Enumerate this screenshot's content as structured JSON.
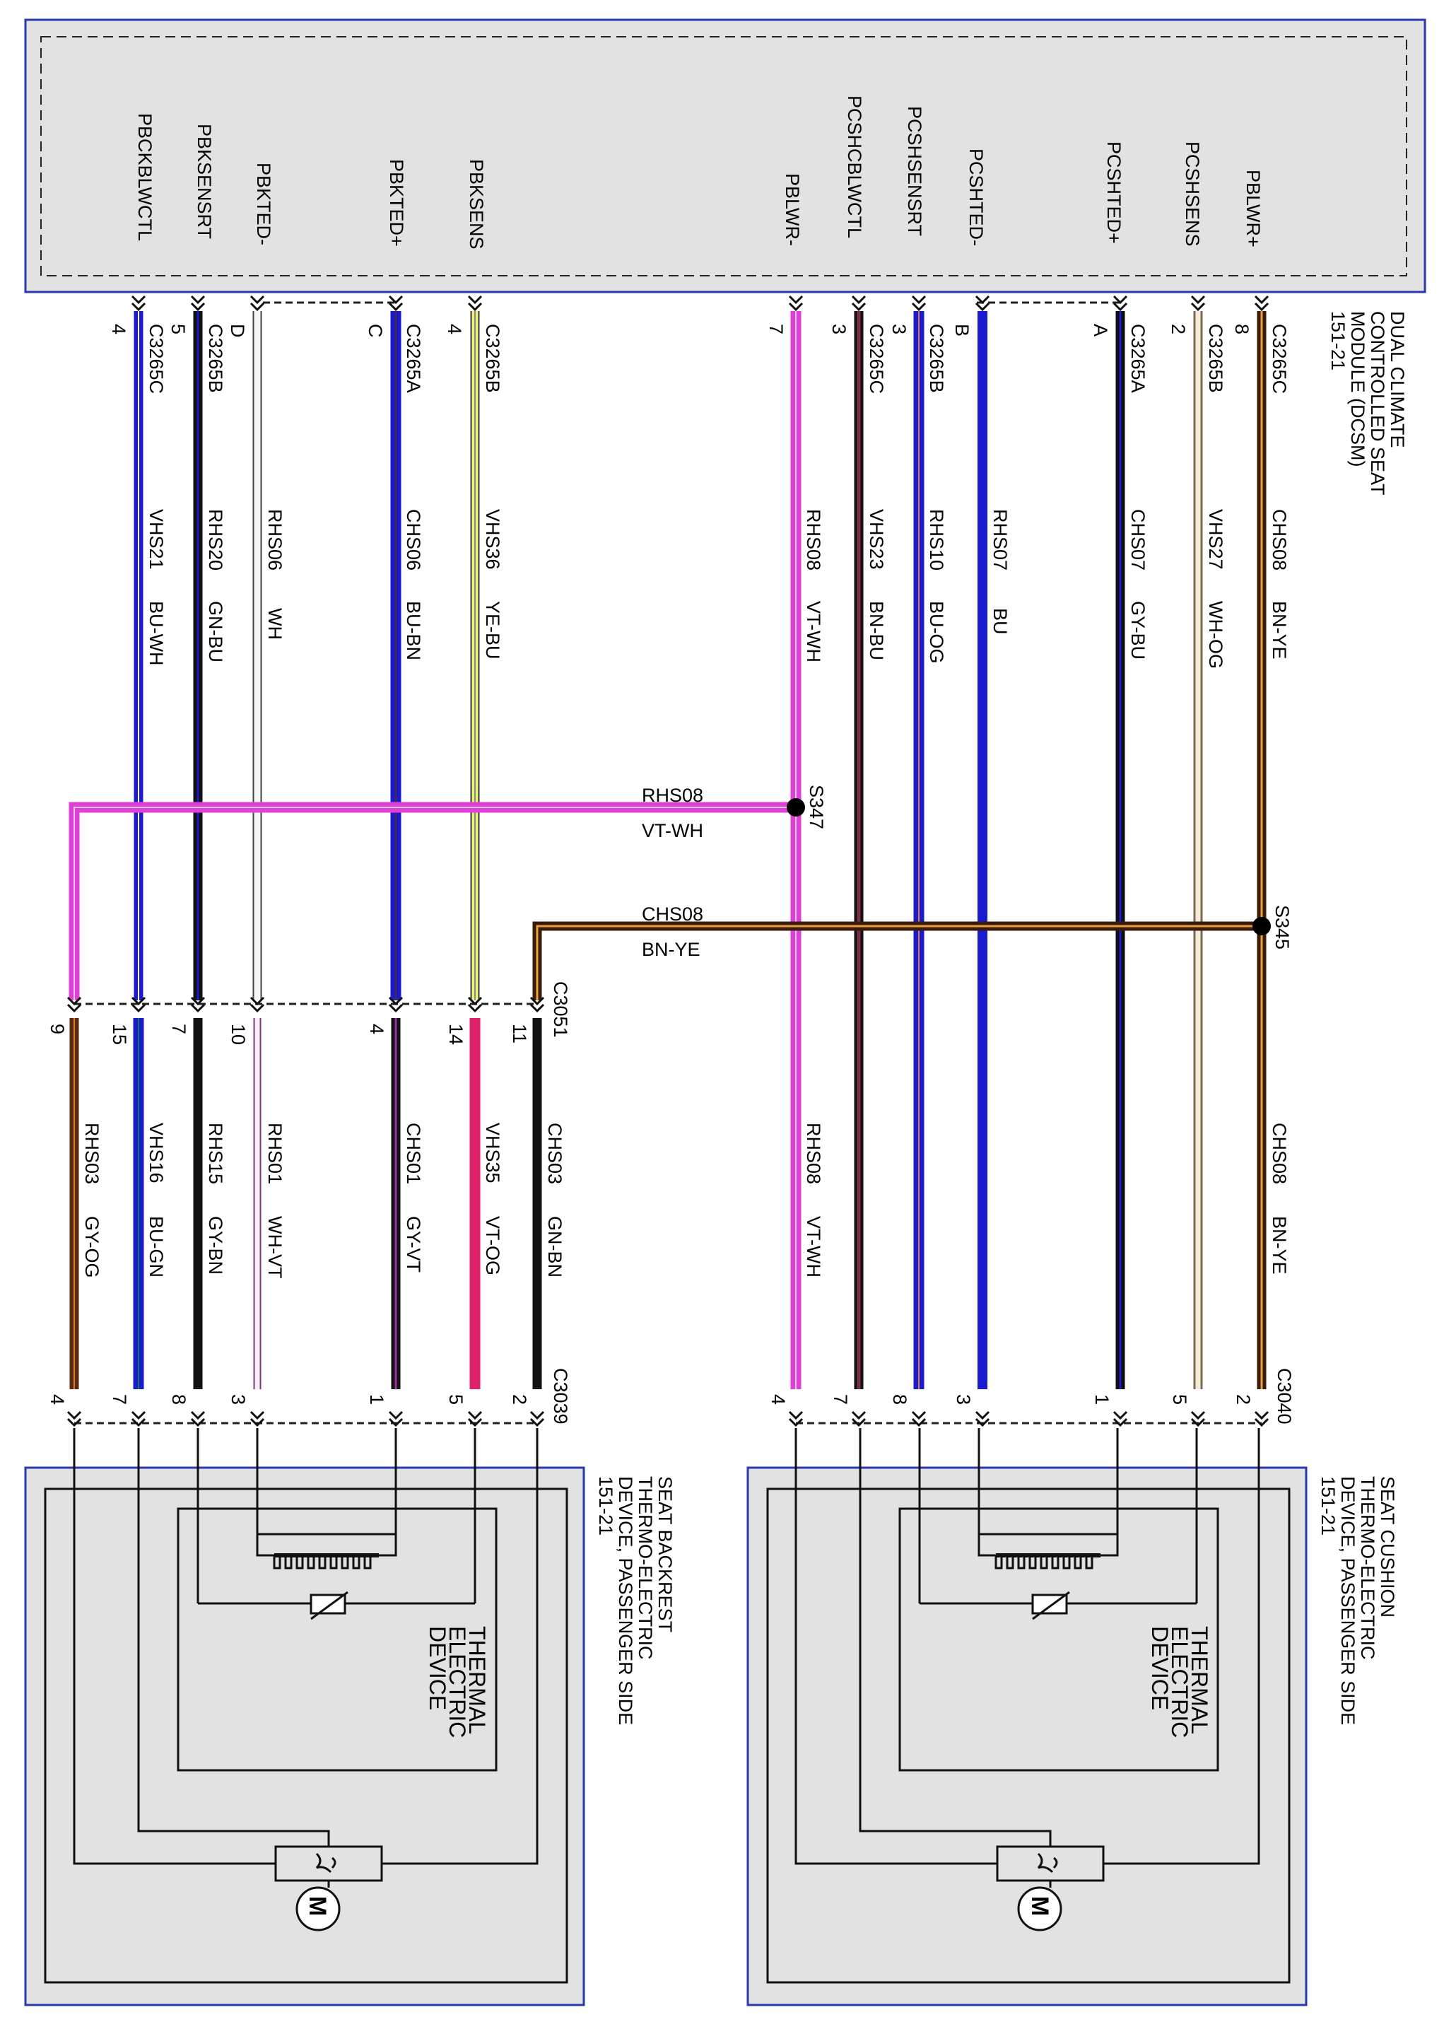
{
  "module": {
    "label": [
      "DUAL CLIMATE",
      "CONTROLLED SEAT",
      "MODULE (DCSM)",
      "151-21"
    ],
    "pins": [
      {
        "key": "pbckblwctl",
        "label": "PBCKBLWCTL"
      },
      {
        "key": "pbksensrt",
        "label": "PBKSENSRT"
      },
      {
        "key": "pbkted_neg",
        "label": "PBKTED-"
      },
      {
        "key": "pbkted_pos",
        "label": "PBKTED+"
      },
      {
        "key": "pbksens",
        "label": "PBKSENS"
      },
      {
        "key": "pblwr_neg",
        "label": "PBLWR-"
      },
      {
        "key": "pcshcblwctl",
        "label": "PCSHCBLWCTL"
      },
      {
        "key": "pcshsensrt",
        "label": "PCSHSENSRT"
      },
      {
        "key": "pcshted_neg",
        "label": "PCSHTED-"
      },
      {
        "key": "pcshted_pos",
        "label": "PCSHTED+"
      },
      {
        "key": "pcshsens",
        "label": "PCSHSENS"
      },
      {
        "key": "pblwr_pos",
        "label": "PBLWR+"
      }
    ]
  },
  "upper_wires": [
    {
      "pin": "4",
      "connector": "C3265C",
      "circuit": "VHS21",
      "color_code": "BU-WH"
    },
    {
      "pin": "5",
      "connector": "C3265B",
      "circuit": "RHS20",
      "color_code": "GN-BU"
    },
    {
      "pin": "D",
      "connector": "",
      "circuit": "RHS06",
      "color_code": "WH"
    },
    {
      "pin": "C",
      "connector": "C3265A",
      "circuit": "CHS06",
      "color_code": "BU-BN"
    },
    {
      "pin": "4",
      "connector": "C3265B",
      "circuit": "VHS36",
      "color_code": "YE-BU"
    },
    {
      "pin": "7",
      "connector": "",
      "circuit": "RHS08",
      "color_code": "VT-WH"
    },
    {
      "pin": "3",
      "connector": "C3265C",
      "circuit": "VHS23",
      "color_code": "BN-BU"
    },
    {
      "pin": "3",
      "connector": "C3265B",
      "circuit": "RHS10",
      "color_code": "BU-OG"
    },
    {
      "pin": "B",
      "connector": "",
      "circuit": "RHS07",
      "color_code": "BU"
    },
    {
      "pin": "A",
      "connector": "C3265A",
      "circuit": "CHS07",
      "color_code": "GY-BU"
    },
    {
      "pin": "2",
      "connector": "C3265B",
      "circuit": "VHS27",
      "color_code": "WH-OG"
    },
    {
      "pin": "8",
      "connector": "C3265C",
      "circuit": "CHS08",
      "color_code": "BN-YE"
    }
  ],
  "splices": [
    {
      "name": "S347",
      "circuit": "RHS08",
      "color_code": "VT-WH"
    },
    {
      "name": "S345",
      "circuit": "CHS08",
      "color_code": "BN-YE"
    }
  ],
  "c3051": {
    "name": "C3051",
    "pins": [
      "9",
      "15",
      "7",
      "10",
      "4",
      "14",
      "11"
    ]
  },
  "lower_wires_left": [
    {
      "circuit": "RHS03",
      "color_code": "GY-OG"
    },
    {
      "circuit": "VHS16",
      "color_code": "BU-GN"
    },
    {
      "circuit": "RHS15",
      "color_code": "GY-BN"
    },
    {
      "circuit": "RHS01",
      "color_code": "WH-VT"
    },
    {
      "circuit": "CHS01",
      "color_code": "GY-VT"
    },
    {
      "circuit": "VHS35",
      "color_code": "VT-OG"
    },
    {
      "circuit": "CHS03",
      "color_code": "GN-BN"
    }
  ],
  "lower_wires_right": [
    {
      "circuit": "RHS08",
      "color_code": "VT-WH"
    },
    {
      "circuit": "CHS08",
      "color_code": "BN-YE"
    }
  ],
  "c3039": {
    "name": "C3039",
    "pins": [
      "4",
      "7",
      "8",
      "3",
      "1",
      "5",
      "2"
    ]
  },
  "c3040": {
    "name": "C3040",
    "pins": [
      "4",
      "7",
      "8",
      "3",
      "1",
      "5",
      "2"
    ]
  },
  "devices": {
    "backrest": {
      "label": [
        "SEAT BACKREST",
        "THERMO-ELECTRIC",
        "DEVICE, PASSENGER SIDE",
        "151-21"
      ],
      "inner_label": [
        "THERMAL",
        "ELECTRIC",
        "DEVICE"
      ],
      "motor": "M"
    },
    "cushion": {
      "label": [
        "SEAT CUSHION",
        "THERMO-ELECTRIC",
        "DEVICE, PASSENGER SIDE",
        "151-21"
      ],
      "inner_label": [
        "THERMAL",
        "ELECTRIC",
        "DEVICE"
      ],
      "motor": "M"
    }
  },
  "colors": {
    "frame": "#2a3aa8",
    "fill": "#e2e2e2",
    "blue": "#1a1ad0",
    "black": "#111111",
    "violet": "#e040d8",
    "brown": "#6a3010",
    "yellow": "#f0f070",
    "red_violet": "#e0206a",
    "white_wire": "#f6f6f6"
  }
}
